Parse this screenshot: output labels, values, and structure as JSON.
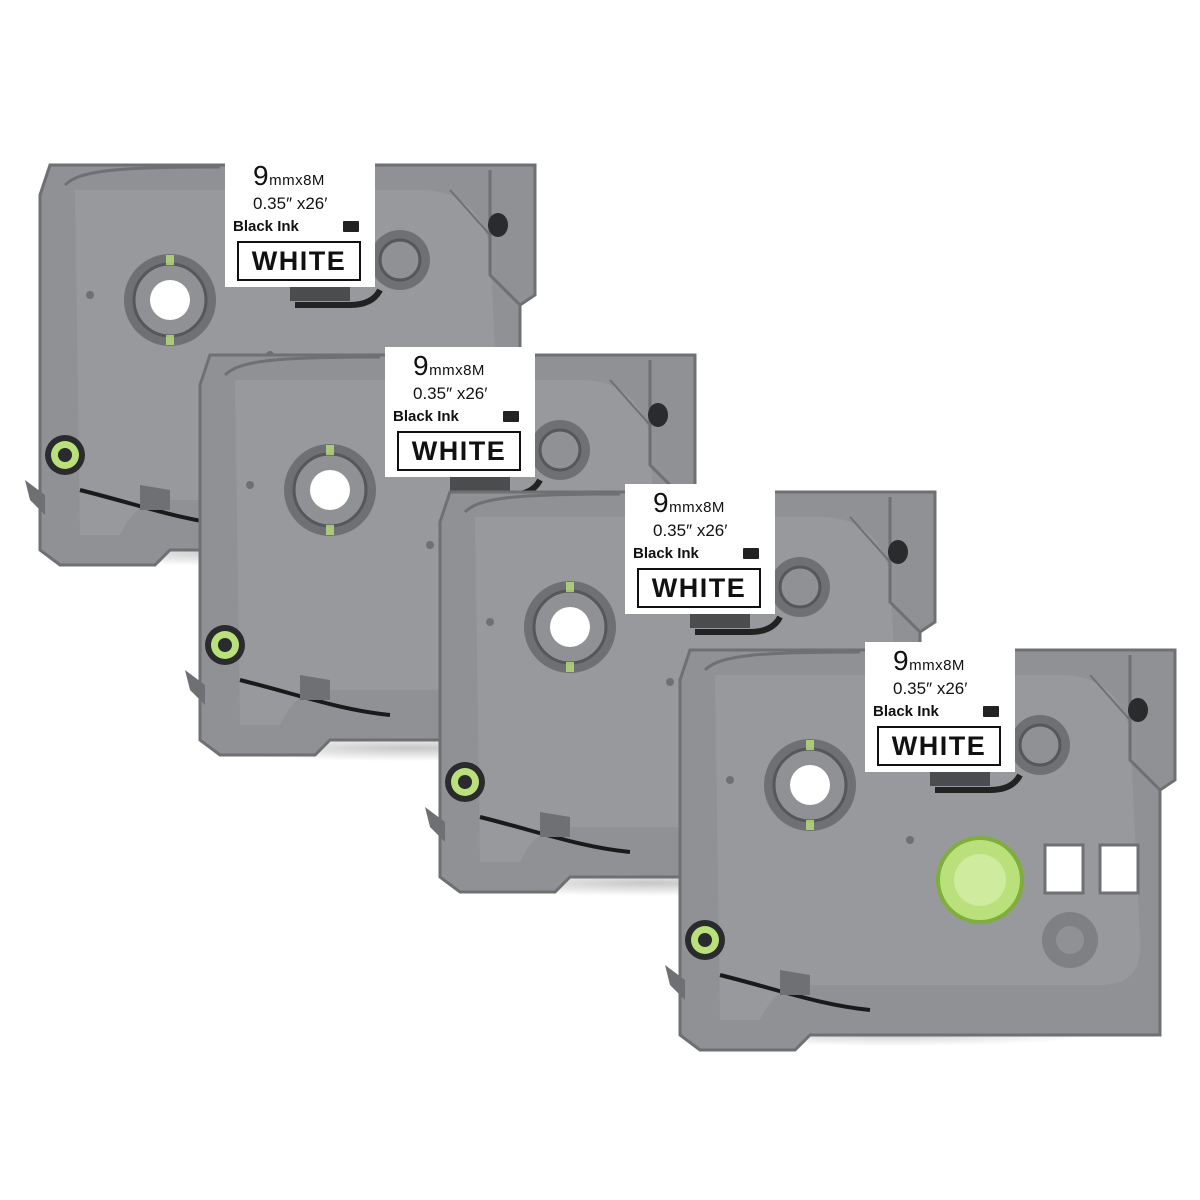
{
  "product": {
    "cartridges": [
      {
        "size": "9",
        "size_unit": "mmx8M",
        "dimensions": "0.35″ x26′",
        "ink": "Black Ink",
        "tape_color": "WHITE"
      },
      {
        "size": "9",
        "size_unit": "mmx8M",
        "dimensions": "0.35″ x26′",
        "ink": "Black Ink",
        "tape_color": "WHITE"
      },
      {
        "size": "9",
        "size_unit": "mmx8M",
        "dimensions": "0.35″ x26′",
        "ink": "Black Ink",
        "tape_color": "WHITE"
      },
      {
        "size": "9",
        "size_unit": "mmx8M",
        "dimensions": "0.35″ x26′",
        "ink": "Black Ink",
        "tape_color": "WHITE"
      }
    ]
  },
  "colors": {
    "housing": "#8f9194",
    "housing_dark": "#6e7073",
    "housing_light": "#a7a9ac",
    "accent_ring": "#b9e07a",
    "label_bg": "#ffffff",
    "ink": "#111111"
  }
}
